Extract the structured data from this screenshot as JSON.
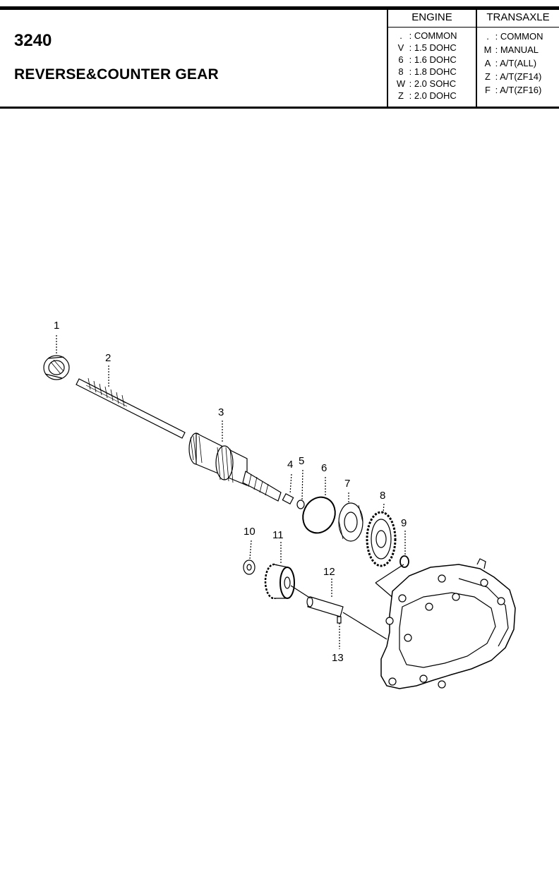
{
  "header": {
    "code": "3240",
    "title": "REVERSE&COUNTER GEAR",
    "engine_label": "ENGINE",
    "transaxle_label": "TRANSAXLE",
    "engine_options": [
      {
        "key": ".",
        "value": "COMMON"
      },
      {
        "key": "V",
        "value": "1.5 DOHC"
      },
      {
        "key": "6",
        "value": "1.6 DOHC"
      },
      {
        "key": "8",
        "value": "1.8 DOHC"
      },
      {
        "key": "W",
        "value": "2.0 SOHC"
      },
      {
        "key": "Z",
        "value": "2.0 DOHC"
      }
    ],
    "transaxle_options": [
      {
        "key": ".",
        "value": "COMMON"
      },
      {
        "key": "M",
        "value": "MANUAL"
      },
      {
        "key": "A",
        "value": "A/T(ALL)"
      },
      {
        "key": "Z",
        "value": "A/T(ZF14)"
      },
      {
        "key": "F",
        "value": "A/T(ZF16)"
      }
    ]
  },
  "diagram": {
    "callouts": [
      "1",
      "2",
      "3",
      "4",
      "5",
      "6",
      "7",
      "8",
      "9",
      "10",
      "11",
      "12",
      "13"
    ]
  }
}
